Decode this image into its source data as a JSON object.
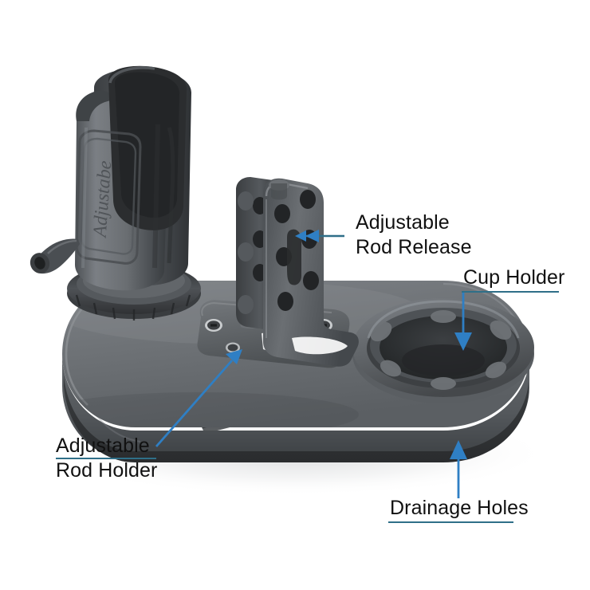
{
  "scene": {
    "background_color": "#ffffff",
    "subject": "rod-holder-cup-holder-console",
    "product_color": "#6d7175",
    "product_dark_color": "#2f3133"
  },
  "annotation": {
    "leader_color": "#2f6f88",
    "arrow_color": "#2f7fc4",
    "text_color": "#111111"
  },
  "callouts": [
    {
      "id": "adjustable-rod-release",
      "lines": [
        "Adjustable",
        "Rod Release"
      ],
      "underline": false,
      "leader": "horizontal-left",
      "arrow": "left"
    },
    {
      "id": "cup-holder",
      "lines": [
        "Cup Holder"
      ],
      "underline": true,
      "leader": "vertical-down",
      "arrow": "down"
    },
    {
      "id": "adjustable-rod-holder",
      "lines": [
        "Adjustable",
        "Rod Holder"
      ],
      "underline": true,
      "leader": "diagonal-up-right",
      "arrow": "up-right"
    },
    {
      "id": "drainage-holes",
      "lines": [
        "Drainage Holes"
      ],
      "underline": true,
      "leader": "vertical-up",
      "arrow": "up"
    }
  ],
  "product_marks": {
    "brand_emboss": "Adjustabe"
  }
}
